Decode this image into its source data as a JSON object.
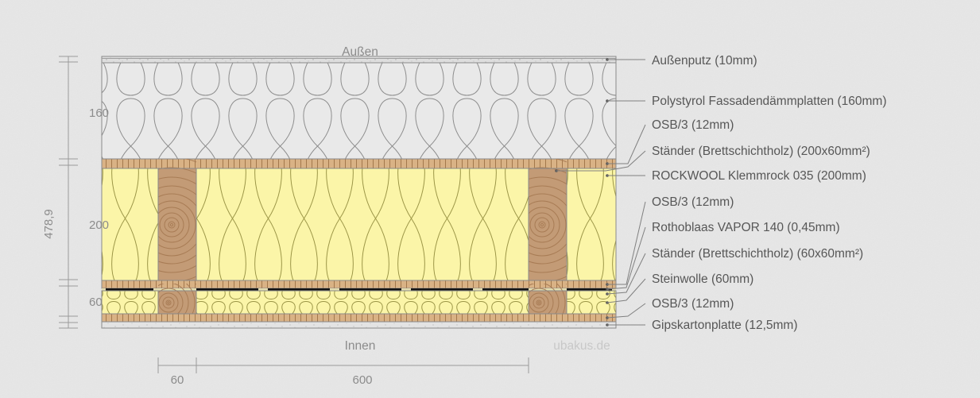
{
  "meta": {
    "watermark": "ubakus.de",
    "outside_label": "Außen",
    "inside_label": "Innen"
  },
  "colors": {
    "background": "#e6e6e6",
    "render": "#dcdcdc",
    "eps": "#e9e9e9",
    "osb": "#d9b285",
    "mineral_wool": "#fbf5a8",
    "wood_stud": "#c39b76",
    "vapor_barrier": "#141414",
    "gypsum": "#e0e0e0",
    "text": "#575757",
    "dim_text": "#8c8c8c",
    "leader": "#808080"
  },
  "vertical_dimension": {
    "total": "478,9",
    "segments": [
      {
        "label": "160",
        "value": 160
      },
      {
        "label": "200",
        "value": 200
      },
      {
        "label": "60",
        "value": 60
      }
    ]
  },
  "horizontal_dimension": {
    "segments": [
      {
        "label": "60",
        "value": 60
      },
      {
        "label": "600",
        "value": 600
      }
    ]
  },
  "layers": [
    {
      "id": "aussenputz",
      "label": "Außenputz (10mm)",
      "thickness": "10mm"
    },
    {
      "id": "polystyrol",
      "label": "Polystyrol Fassadendämmplatten (160mm)",
      "thickness": "160mm"
    },
    {
      "id": "osb-outer",
      "label": "OSB/3 (12mm)",
      "thickness": "12mm"
    },
    {
      "id": "staender-200",
      "label": "Ständer (Brettschichtholz) (200x60mm²)",
      "thickness": "200x60mm²"
    },
    {
      "id": "rockwool",
      "label": "ROCKWOOL Klemmrock 035 (200mm)",
      "thickness": "200mm"
    },
    {
      "id": "osb-mid",
      "label": "OSB/3 (12mm)",
      "thickness": "12mm"
    },
    {
      "id": "vapor",
      "label": "Rothoblaas VAPOR 140 (0,45mm)",
      "thickness": "0,45mm"
    },
    {
      "id": "staender-60",
      "label": "Ständer (Brettschichtholz) (60x60mm²)",
      "thickness": "60x60mm²"
    },
    {
      "id": "steinwolle",
      "label": "Steinwolle (60mm)",
      "thickness": "60mm"
    },
    {
      "id": "osb-inner",
      "label": "OSB/3 (12mm)",
      "thickness": "12mm"
    },
    {
      "id": "gipskarton",
      "label": "Gipskartonplatte (12,5mm)",
      "thickness": "12,5mm"
    }
  ]
}
